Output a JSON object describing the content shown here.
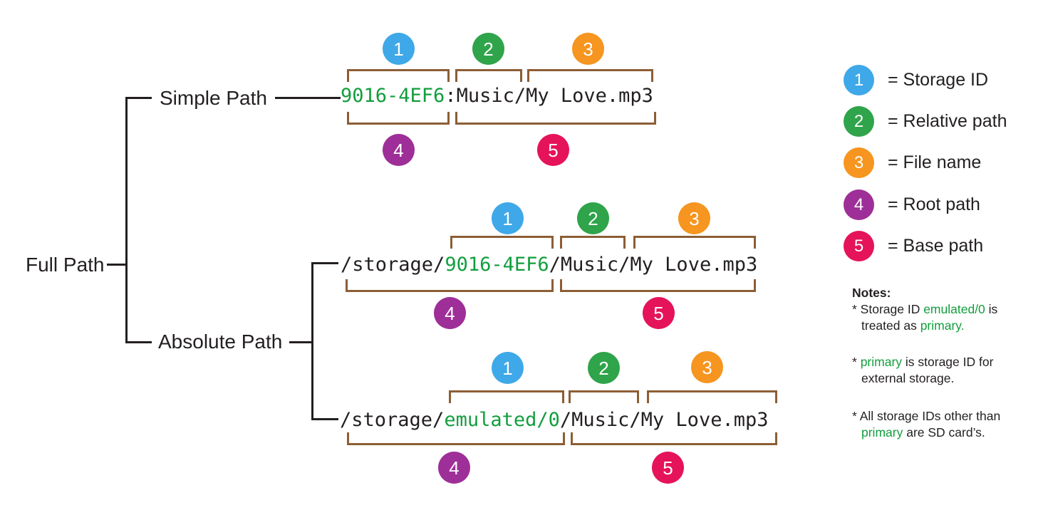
{
  "colors": {
    "ink": "#231f20",
    "green-text": "#129e3d",
    "bracket": "#8c5e35",
    "blue": "#3fa8e8",
    "circle-green": "#2fa44a",
    "orange": "#f6951f",
    "purple": "#9e2f98",
    "pink": "#e5135a"
  },
  "tree": {
    "root": "Full Path",
    "simple": "Simple Path",
    "absolute": "Absolute Path"
  },
  "paths": {
    "simple": {
      "segments": [
        "",
        "9016-4EF6",
        ":Music/My Love.mp3"
      ]
    },
    "absolute_sd": {
      "segments": [
        "/storage/",
        "9016-4EF6",
        "/Music/My Love.mp3"
      ]
    },
    "absolute_primary": {
      "segments": [
        "/storage/",
        "emulated/0",
        "/Music/My Love.mp3"
      ]
    }
  },
  "legend": {
    "items": [
      {
        "num": "1",
        "label": "= Storage ID"
      },
      {
        "num": "2",
        "label": "= Relative path"
      },
      {
        "num": "3",
        "label": "= File name"
      },
      {
        "num": "4",
        "label": "= Root path"
      },
      {
        "num": "5",
        "label": "= Base path"
      }
    ]
  },
  "notes": {
    "title": "Notes:",
    "n1": {
      "s0": "* Storage ID ",
      "s1": "emulated/0",
      "s2": " is treated as ",
      "s3": "primary."
    },
    "n2": {
      "s0": "* ",
      "s1": "primary",
      "s2": " is storage ID for external storage."
    },
    "n3": {
      "s0": "* All storage IDs other than ",
      "s1": "primary",
      "s2": " are SD card’s."
    }
  }
}
